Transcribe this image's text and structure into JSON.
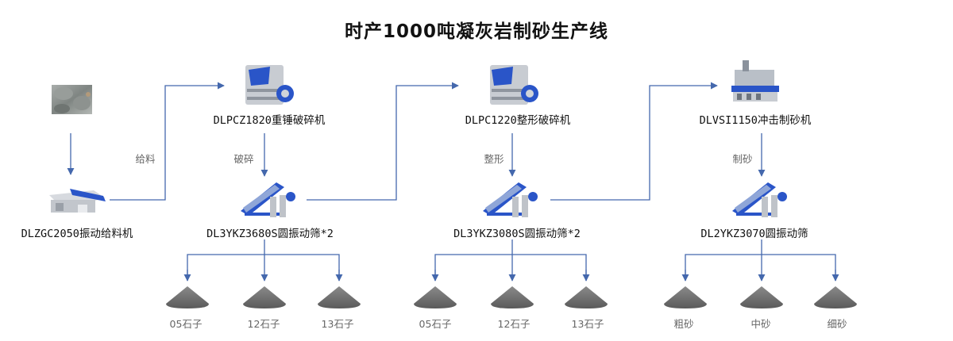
{
  "title": "时产1000吨凝灰岩制砂生产线",
  "colors": {
    "line": "#4468ad",
    "machine_blue": "#2a55c8",
    "machine_gray": "#c8ccd2",
    "pile": "#6b6b6b",
    "step_text": "#666666"
  },
  "raw_material": {
    "icon": "rock-pile-image"
  },
  "machines": [
    {
      "id": "feeder",
      "label": "DLZGC2050振动给料机",
      "icon": "vibrating-feeder-image"
    },
    {
      "id": "hammer",
      "label": "DLPCZ1820重锤破碎机",
      "icon": "hammer-crusher-image"
    },
    {
      "id": "screen1",
      "label": "DL3YKZ3680S圆振动筛*2",
      "icon": "vibrating-screen-image"
    },
    {
      "id": "shaper",
      "label": "DLPC1220整形破碎机",
      "icon": "shaping-crusher-image"
    },
    {
      "id": "screen2",
      "label": "DL3YKZ3080S圆振动筛*2",
      "icon": "vibrating-screen-image"
    },
    {
      "id": "vsi",
      "label": "DLVSI1150冲击制砂机",
      "icon": "vsi-sand-maker-image"
    },
    {
      "id": "screen3",
      "label": "DL2YKZ3070圆振动筛",
      "icon": "vibrating-screen-image"
    }
  ],
  "steps": {
    "feed": "给料",
    "crush": "破碎",
    "shape": "整形",
    "sand": "制砂"
  },
  "products": {
    "group1": [
      "05石子",
      "12石子",
      "13石子"
    ],
    "group2": [
      "05石子",
      "12石子",
      "13石子"
    ],
    "group3": [
      "粗砂",
      "中砂",
      "细砂"
    ]
  }
}
